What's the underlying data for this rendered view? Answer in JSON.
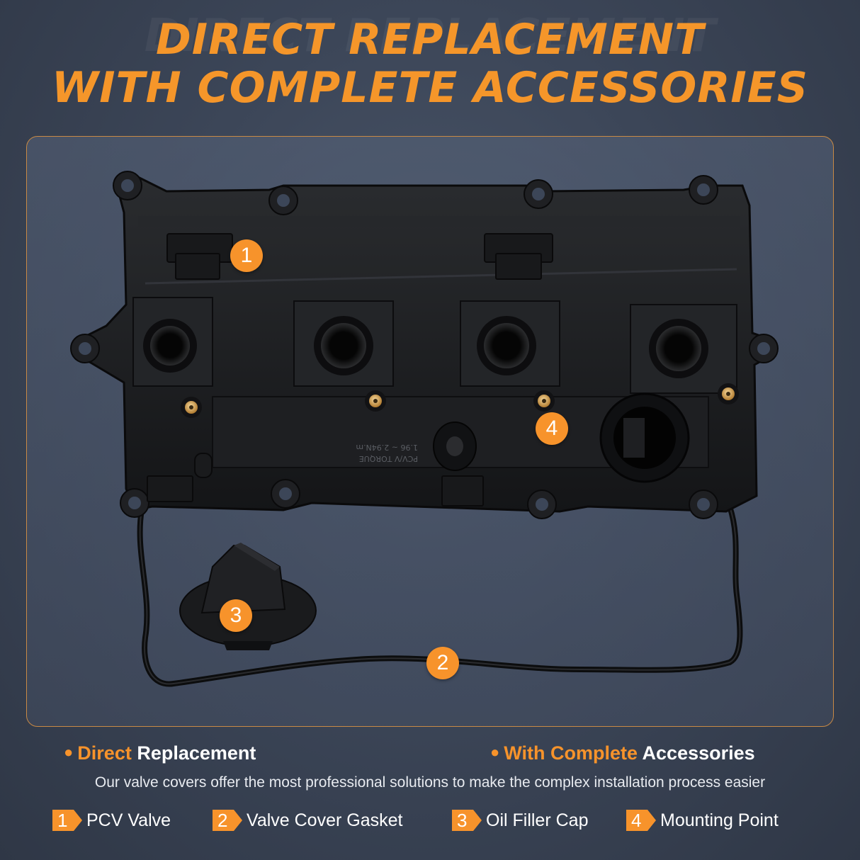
{
  "headline": {
    "line1": "DIRECT REPLACEMENT",
    "line2": "WITH COMPLETE ACCESSORIES"
  },
  "callouts": [
    "1",
    "2",
    "3",
    "4"
  ],
  "molding_text": {
    "line1": "PCV/V TORQUE",
    "line2": "1.96 ~ 2.94N.m"
  },
  "features": {
    "left": {
      "highlight": "Direct",
      "rest": "Replacement"
    },
    "right": {
      "highlight": "With Complete",
      "rest": "Accessories"
    }
  },
  "description": "Our valve covers offer the most professional solutions to make the complex installation process easier",
  "legend": [
    {
      "num": "1",
      "label": "PCV Valve"
    },
    {
      "num": "2",
      "label": "Valve Cover Gasket"
    },
    {
      "num": "3",
      "label": "Oil Filler Cap"
    },
    {
      "num": "4",
      "label": "Mounting Point"
    }
  ],
  "colors": {
    "accent": "#f7932b",
    "background": "#3c4658",
    "panel_border": "#c98a45",
    "part": "#1a1b1d"
  }
}
